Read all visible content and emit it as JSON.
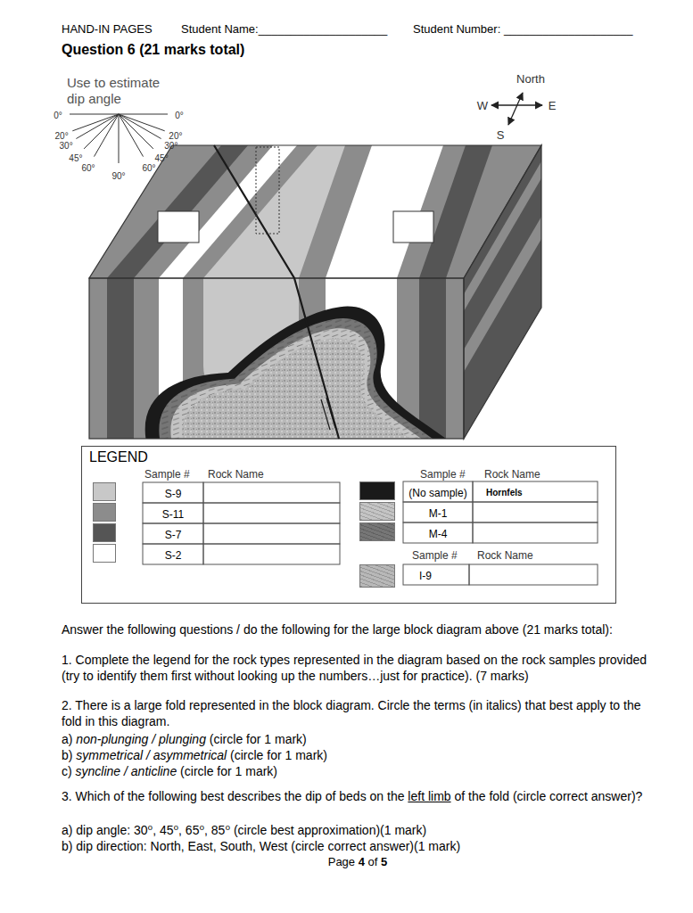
{
  "diagram": {
    "title": "Question 6 (21 marks total)",
    "nodes": [
      {
        "text": [
          "LEGEND"
        ]
      }
    ],
    "labels": [
      "HAND-IN PAGES",
      "Student Name:____________________",
      "Student Number: ____________________",
      "Use to estimate",
      "dip angle",
      "0°",
      "20°",
      "30°",
      "45°",
      "60°",
      "90°",
      "0°",
      "20°",
      "30°",
      "45°",
      "60°",
      "North",
      "W",
      "E",
      "S",
      "Sample #",
      "Rock Name",
      "Sample #",
      "Rock Name",
      "Hornfels",
      "Sample #",
      "Rock Name",
      "Answer the following questions / do the following for the large block diagram above (21 marks total):",
      "1. Complete the legend for the rock types represented in the diagram based on the rock samples provided (try to identify them first without looking up the numbers…just for practice). (7 marks)",
      "2. There is a large fold represented in the block diagram. Circle the terms (in italics) that best apply to the fold in this diagram.",
      "a)",
      "non-plunging / plunging",
      "(circle for 1 mark)",
      "b)",
      "symmetrical / asymmetrical",
      "(circle for 1 mark)",
      "c)",
      "syncline / anticline",
      "(circle for 1 mark)",
      "3. Which of the following best describes the dip of beds on the",
      "left limb",
      "of the fold (circle correct answer)?",
      "a) dip angle: 30⁰, 45⁰, 65⁰, 85⁰ (circle best approximation)(1 mark)",
      "b) dip direction: North, East, South, West (circle correct answer)(1 mark)",
      "Page",
      "4",
      "of",
      "5"
    ],
    "legend": [
      {
        "text": "S-9",
        "color": "#c8c8c8"
      },
      {
        "text": "S-11",
        "color": "#8c8c8c"
      },
      {
        "text": "S-7",
        "color": "#555555"
      },
      {
        "text": "S-2",
        "color": "#ffffff"
      },
      {
        "text": "(No sample)",
        "color": "#1a1a1a"
      },
      {
        "text": "M-1",
        "color": "#c4c4c4"
      },
      {
        "text": "M-4",
        "color": "#767676"
      },
      {
        "text": "I-9",
        "color": "#b8b8b8"
      }
    ]
  }
}
